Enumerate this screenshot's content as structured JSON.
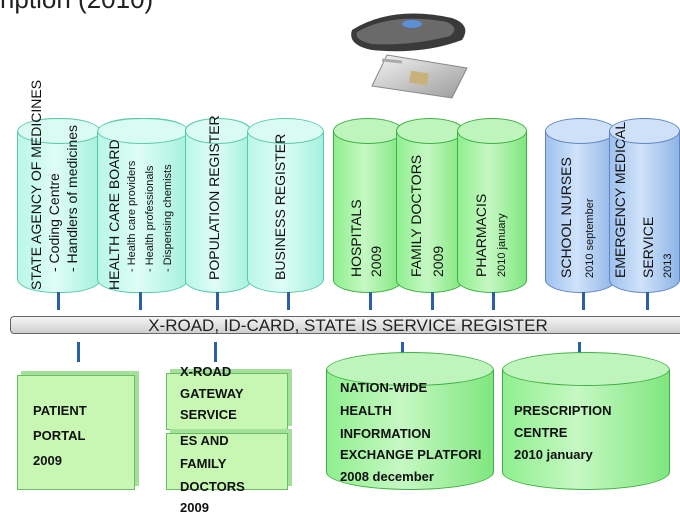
{
  "title": "ription (2010)",
  "bus": "X-ROAD, ID-CARD, STATE IS SERVICE REGISTER",
  "systems": [
    {
      "name": "STATE AGENCY OF MEDICINES",
      "sub1": "- Coding Centre",
      "sub2": "- Handlers of medicines"
    },
    {
      "name": "HEALTH CARE BOARD",
      "sub1": "- Health care providers",
      "sub2": "- Health professionals",
      "sub3": "- Dispensing chemists"
    },
    {
      "name": "POPULATION REGISTER"
    },
    {
      "name": "BUSINESS REGISTER"
    },
    {
      "name": "HOSPITALS",
      "year": "2009"
    },
    {
      "name": "FAMILY DOCTORS",
      "year": "2009"
    },
    {
      "name": "PHARMACIS",
      "year": "2010 january"
    },
    {
      "name": "SCHOOL NURSES",
      "year": "2010 september"
    },
    {
      "name": "EMERGENCY MEDICAL",
      "name2": "SERVICE",
      "year": "2013"
    }
  ],
  "bottom": {
    "patient_portal": {
      "l1": "PATIENT",
      "l2": "PORTAL",
      "l3": "2009"
    },
    "xroad": {
      "l1": "X-ROAD",
      "l2": "GATEWAY",
      "l3": "SERVICE",
      "l4": "2009"
    },
    "es_fd": {
      "l1": "ES AND",
      "l2": "FAMILY",
      "l3": "DOCTORS",
      "l4": "2009"
    },
    "nation": {
      "l1": "NATION-WIDE",
      "l2": "HEALTH",
      "l3": "INFORMATION",
      "l4": "EXCHANGE PLATFORI",
      "l5": "2008 december"
    },
    "prescription": {
      "l1": "PRESCRIPTION",
      "l2": "CENTRE",
      "l3": "2010 january"
    }
  }
}
